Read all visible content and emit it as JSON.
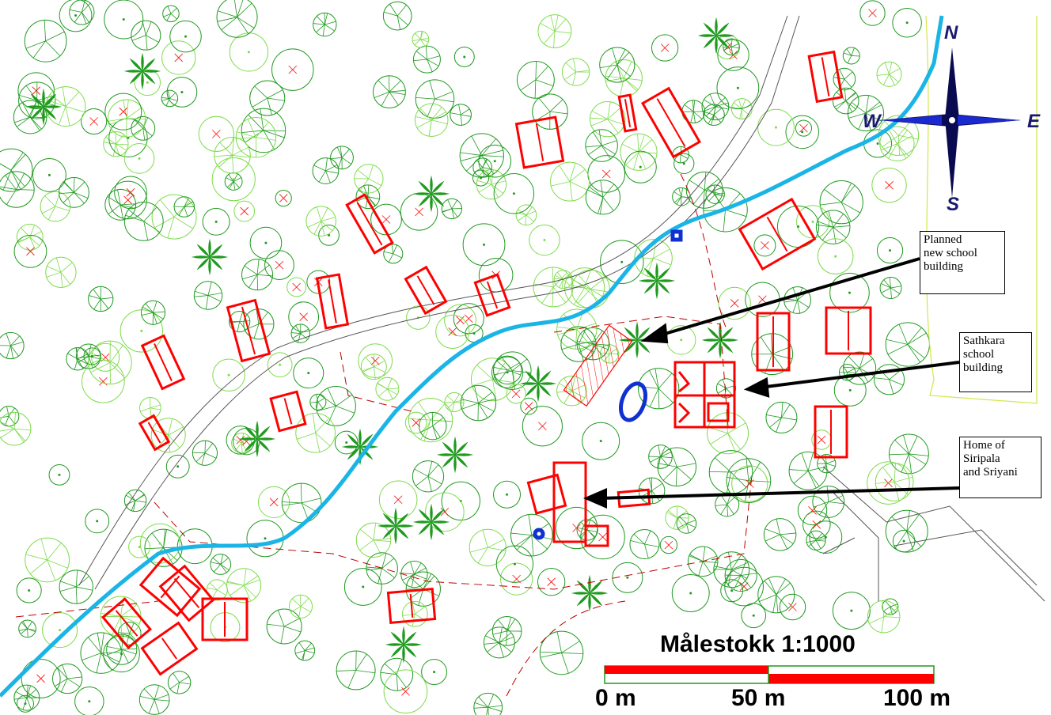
{
  "colors": {
    "building": "#ff0000",
    "tree": "#1f9a1f",
    "tree_light": "#7ddc4a",
    "river": "#1ab4e6",
    "road": "#555555",
    "boundary": "#c00000",
    "water": "#1030d0",
    "compass": "#0a0a50"
  },
  "compass": {
    "north": "N",
    "south": "S",
    "east": "E",
    "west": "W"
  },
  "callouts": {
    "planned": "Planned\nnew school\nbuilding",
    "sathkara": "Sathkara\nschool\nbuilding",
    "home": "Home of\nSiripala\nand Sriyani"
  },
  "scale": {
    "title": "Målestokk 1:1000",
    "label_0": "0 m",
    "label_50": "50 m",
    "label_100": "100 m"
  }
}
